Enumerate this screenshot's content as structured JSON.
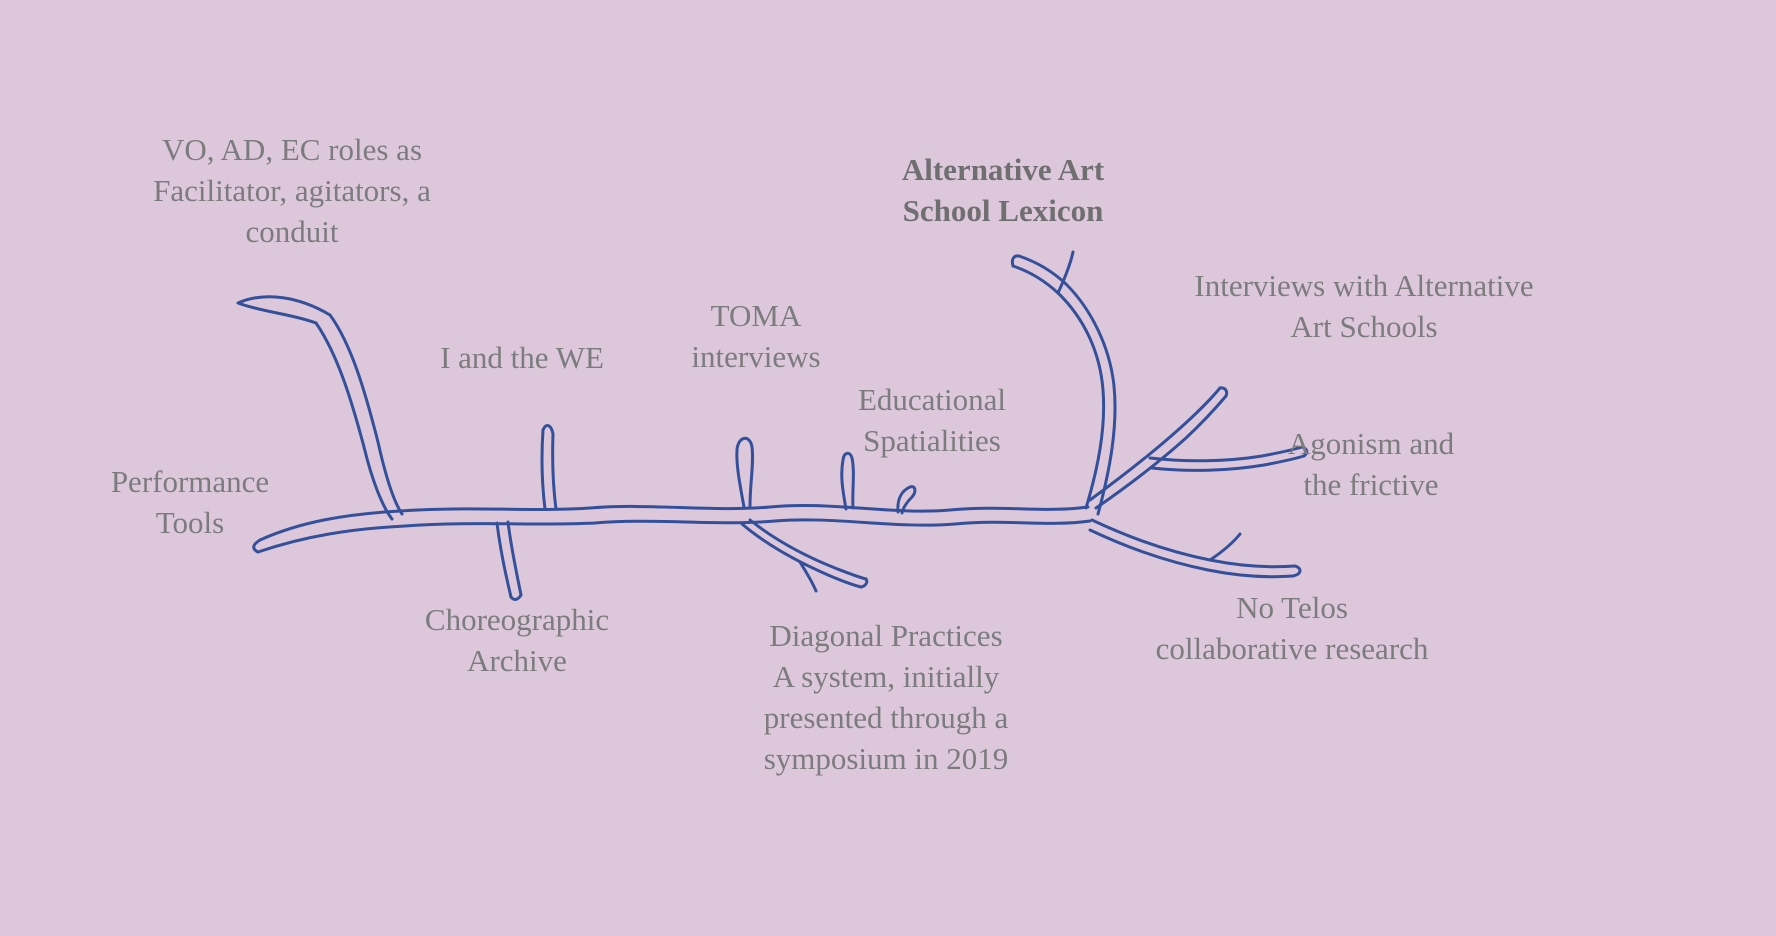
{
  "colors": {
    "background": "#dcc8da",
    "branch": "#34509a",
    "text": "#7c7c7e",
    "title_text": "#6f6f71"
  },
  "diagram": {
    "type": "hand-drawn-branch-map",
    "title": "Alternative Art School Lexicon",
    "labels": [
      {
        "id": "vo-ad-ec-roles",
        "text": "VO, AD, EC roles as\nFacilitator, agitators, a\nconduit"
      },
      {
        "id": "performance-tools",
        "text": "Performance\nTools"
      },
      {
        "id": "i-and-the-we",
        "text": "I and the WE"
      },
      {
        "id": "choreographic-archive",
        "text": "Choreographic\nArchive"
      },
      {
        "id": "toma-interviews",
        "text": "TOMA\ninterviews"
      },
      {
        "id": "educational-spatialities",
        "text": "Educational\nSpatialities"
      },
      {
        "id": "diagonal-practices",
        "text": "Diagonal Practices\nA system, initially\npresented through a\nsymposium in 2019"
      },
      {
        "id": "alternative-art-school-lexicon",
        "text": "Alternative Art\nSchool Lexicon"
      },
      {
        "id": "interviews-with-alternative-art-schools",
        "text": "Interviews with Alternative\nArt Schools"
      },
      {
        "id": "agonism-and-the-frictive",
        "text": "Agonism and\nthe frictive"
      },
      {
        "id": "no-telos",
        "text": "No Telos\ncollaborative research"
      }
    ]
  }
}
